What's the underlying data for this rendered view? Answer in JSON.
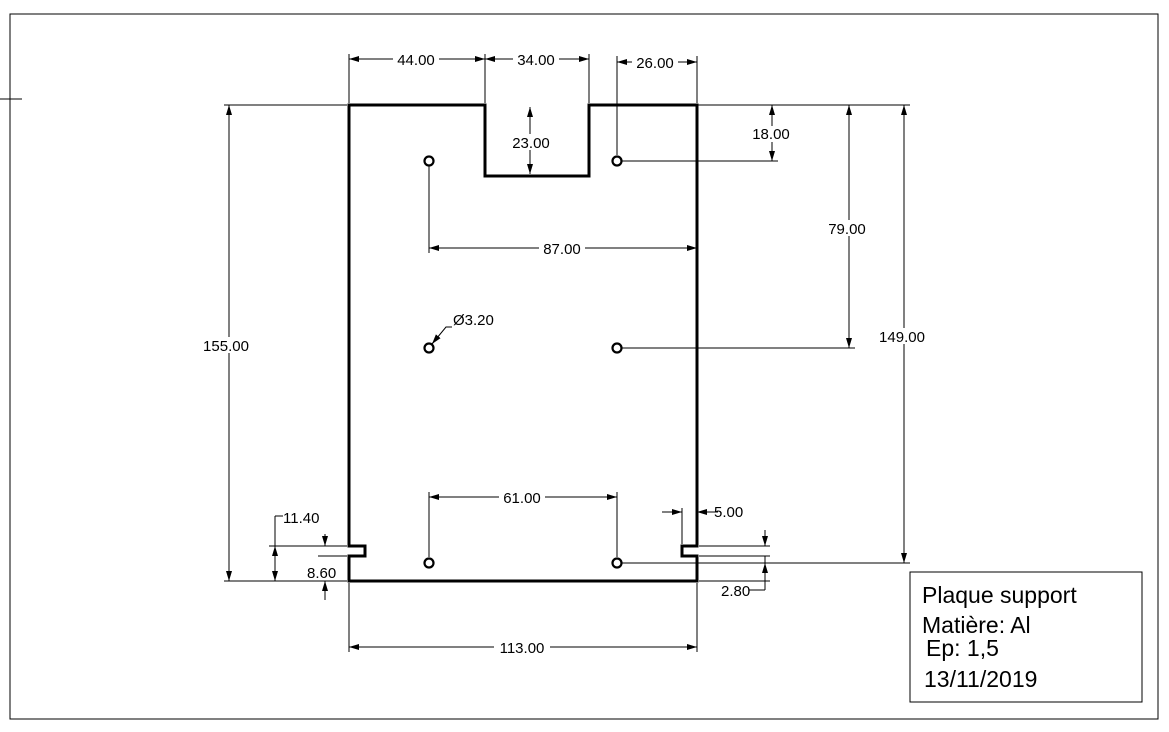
{
  "title_block": {
    "name": "Plaque support",
    "material": "Matière: Al",
    "thickness": "Ep: 1,5",
    "date": "13/11/2019"
  },
  "dimensions": {
    "d44": "44.00",
    "d34": "34.00",
    "d26": "26.00",
    "d23": "23.00",
    "d18": "18.00",
    "d79": "79.00",
    "d87": "87.00",
    "d155": "155.00",
    "d149": "149.00",
    "d_hole": "Ø3.20",
    "d61": "61.00",
    "d5": "5.00",
    "d11_4": "11.40",
    "d8_6": "8.60",
    "d2_8": "2.80",
    "d113": "113.00"
  },
  "colors": {
    "line": "#000000",
    "background": "#ffffff"
  }
}
